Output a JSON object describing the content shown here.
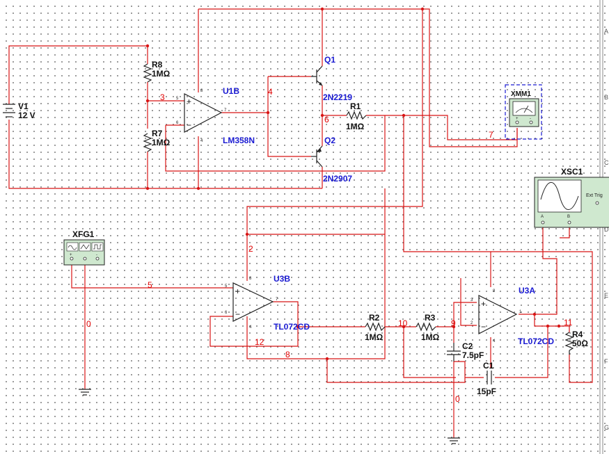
{
  "components": {
    "v1": {
      "ref": "V1",
      "value": "12 V"
    },
    "r8": {
      "ref": "R8",
      "value": "1MΩ"
    },
    "r7": {
      "ref": "R7",
      "value": "1MΩ"
    },
    "u1b": {
      "ref": "U1B",
      "model": "LM358N"
    },
    "q1": {
      "ref": "Q1",
      "model": "2N2219"
    },
    "q2": {
      "ref": "Q2",
      "model": "2N2907"
    },
    "r1": {
      "ref": "R1",
      "value": "1MΩ"
    },
    "xmm1": {
      "ref": "XMM1"
    },
    "xsc1": {
      "ref": "XSC1",
      "ext_trig": "Ext Trig"
    },
    "xfg1": {
      "ref": "XFG1"
    },
    "u3b": {
      "ref": "U3B",
      "model": "TL072CD"
    },
    "u3a": {
      "ref": "U3A",
      "model": "TL072CD"
    },
    "r2": {
      "ref": "R2",
      "value": "1MΩ"
    },
    "r3": {
      "ref": "R3",
      "value": "1MΩ"
    },
    "r4": {
      "ref": "R4",
      "value": "50Ω"
    },
    "c1": {
      "ref": "C1",
      "value": "15pF"
    },
    "c2": {
      "ref": "C2",
      "value": "7.5pF"
    }
  },
  "nets": [
    "3",
    "4",
    "6",
    "7",
    "5",
    "0",
    "2",
    "12",
    "8",
    "10",
    "9",
    "11",
    "0"
  ],
  "pins": [
    "8",
    "5",
    "6",
    "4",
    "7",
    "5",
    "6",
    "8",
    "4",
    "7",
    "3",
    "2",
    "8",
    "4",
    "1",
    "+",
    "-",
    "A",
    "B",
    "+",
    "-",
    "+"
  ],
  "ruler": [
    "A",
    "B",
    "C",
    "D",
    "E",
    "F",
    "G"
  ],
  "colors": {
    "wire": "#d81414",
    "instrument": "#cfe8cf",
    "label": "#1a1ad2"
  }
}
